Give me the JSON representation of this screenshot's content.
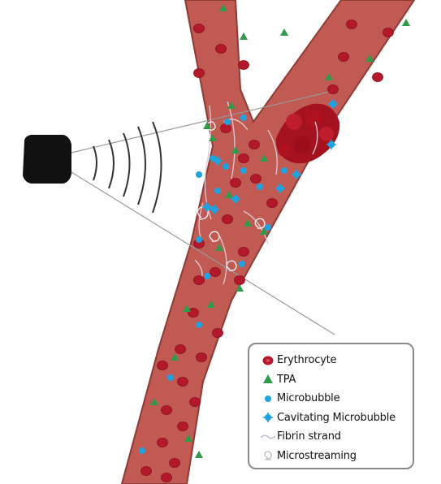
{
  "legend": {
    "items": [
      {
        "key": "erythrocyte",
        "label": "Erythrocyte",
        "icon": "red-cell-icon",
        "color": "#b3182b"
      },
      {
        "key": "tpa",
        "label": "TPA",
        "icon": "green-triangle-icon",
        "color": "#2e9a4a"
      },
      {
        "key": "microbubble",
        "label": "Microbubble",
        "icon": "blue-dot-icon",
        "color": "#1fa3e0"
      },
      {
        "key": "cavitating",
        "label": "Cavitating Microbubble",
        "icon": "blue-star-icon",
        "color": "#1fa3e0"
      },
      {
        "key": "fibrin",
        "label": "Fibrin strand",
        "icon": "fibrin-line-icon",
        "color": "#c9c9d6"
      },
      {
        "key": "microstreaming",
        "label": "Microstreaming",
        "icon": "swirl-icon",
        "color": "#bdbdbd"
      }
    ]
  },
  "colors": {
    "vessel": "#c05a52",
    "vessel_edge": "#8e3a35",
    "clot": "#a4121f",
    "transducer": "#111111"
  }
}
